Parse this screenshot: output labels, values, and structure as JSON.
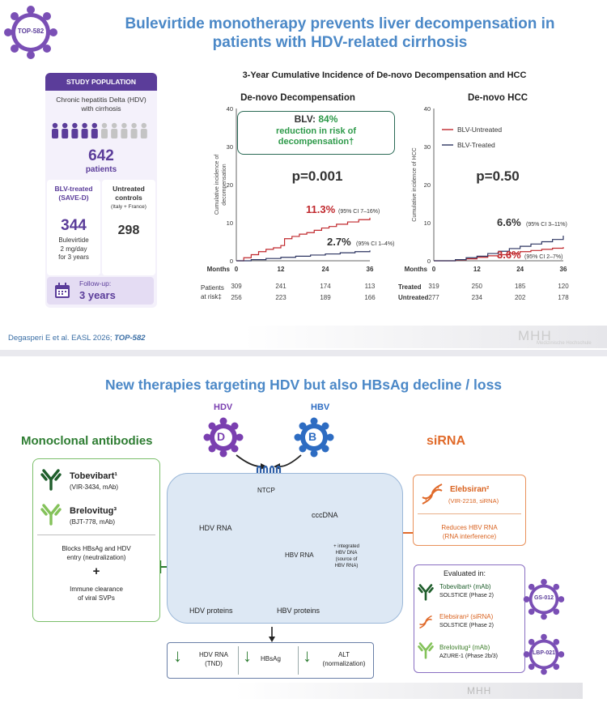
{
  "slide1": {
    "badge": "TOP-582",
    "title_line1": "Bulevirtide monotherapy prevents liver decompensation in",
    "title_line2": "patients with HDV-related cirrhosis",
    "study": {
      "header": "STUDY POPULATION",
      "subtitle_line1": "Chronic hepatitis Delta (HDV)",
      "subtitle_line2": "with cirrhosis",
      "total": "642",
      "total_label": "patients",
      "treated_label_line1": "BLV-treated",
      "treated_label_line2": "(SAVE-D)",
      "treated_n": "344",
      "treated_desc_line1": "Bulevirtide",
      "treated_desc_line2": "2 mg/day",
      "treated_desc_line3": "for 3 years",
      "untreated_label_line1": "Untreated",
      "untreated_label_line2": "controls",
      "untreated_origin": "(Italy + France)",
      "untreated_n": "298",
      "followup_label": "Follow-up:",
      "followup_value": "3 years"
    },
    "chart_title": "3-Year Cumulative Incidence of De-novo Decompensation and HCC",
    "citation_prefix": "Degasperi E et al. EASL 2026; ",
    "citation_code": "TOP-582",
    "logo": "MHH",
    "logo_sub": "Medizinische Hochschule"
  },
  "chart_data": [
    {
      "type": "line",
      "title": "De-novo Decompensation",
      "ylabel_line1": "Cumulative incidence of",
      "ylabel_line2": "decompensation",
      "xlabel": "Months",
      "xticks": [
        0,
        12,
        24,
        36
      ],
      "yticks": [
        0,
        10,
        20,
        30,
        40
      ],
      "ylim": [
        0,
        40
      ],
      "xlim": [
        0,
        36
      ],
      "callout_prefix": "BLV: ",
      "callout_pct": "84%",
      "callout_line2": "reduction in risk of",
      "callout_line3": "decompensation†",
      "pvalue": "p=0.001",
      "series": [
        {
          "color": "#c0282d",
          "end_label": "11.3%",
          "end_ci": "(95% CI 7–16%)",
          "x": [
            0,
            2,
            4,
            6,
            8,
            10,
            12,
            13,
            15,
            17,
            19,
            21,
            23,
            25,
            27,
            30,
            33,
            36
          ],
          "y": [
            0,
            0.8,
            1.6,
            2.4,
            3.0,
            3.4,
            4.0,
            5.8,
            6.4,
            7.0,
            7.4,
            8.0,
            8.6,
            9.0,
            9.6,
            10.2,
            10.8,
            11.3
          ]
        },
        {
          "color": "#2d3561",
          "end_label": "2.7%",
          "end_ci": "(95% CI 1–4%)",
          "x": [
            0,
            4,
            8,
            12,
            16,
            20,
            24,
            28,
            32,
            36
          ],
          "y": [
            0,
            0.3,
            0.6,
            0.9,
            1.2,
            1.5,
            1.8,
            2.1,
            2.4,
            2.7
          ]
        }
      ],
      "risk_label_line1": "Patients",
      "risk_label_line2": "at risk‡",
      "risk_rows": [
        [
          "309",
          "241",
          "174",
          "113"
        ],
        [
          "256",
          "223",
          "189",
          "166"
        ]
      ]
    },
    {
      "type": "line",
      "title": "De-novo HCC",
      "ylabel_line1": "Cumulative incidence of HCC",
      "xlabel": "Months",
      "xticks": [
        0,
        12,
        24,
        36
      ],
      "yticks": [
        0,
        10,
        20,
        30,
        40
      ],
      "ylim": [
        0,
        40
      ],
      "xlim": [
        0,
        36
      ],
      "pvalue": "p=0.50",
      "legend": [
        "BLV-Untreated",
        "BLV-Treated"
      ],
      "series": [
        {
          "name": "BLV-Untreated",
          "color": "#c0282d",
          "end_label": "3.6%",
          "end_ci": "(95% CI 2–7%)",
          "x": [
            0,
            6,
            9,
            12,
            15,
            18,
            21,
            24,
            27,
            30,
            33,
            36
          ],
          "y": [
            0,
            0.2,
            0.5,
            0.9,
            1.3,
            1.6,
            2.0,
            2.4,
            2.7,
            3.0,
            3.3,
            3.6
          ]
        },
        {
          "name": "BLV-Treated",
          "color": "#2d3561",
          "end_label": "6.6%",
          "end_ci": "(95% CI 3–11%)",
          "x": [
            0,
            6,
            9,
            12,
            15,
            18,
            21,
            24,
            27,
            30,
            33,
            36
          ],
          "y": [
            0,
            0.3,
            0.8,
            1.2,
            1.9,
            2.5,
            3.2,
            3.8,
            4.4,
            5.0,
            5.6,
            6.6
          ]
        }
      ],
      "risk_labels": [
        "Treated",
        "Untreated"
      ],
      "risk_rows": [
        [
          "319",
          "250",
          "185",
          "120"
        ],
        [
          "277",
          "234",
          "202",
          "178"
        ]
      ]
    }
  ],
  "slide2": {
    "title": "New therapies targeting HDV but also HBsAg decline / loss",
    "hdv_label": "HDV",
    "hbv_label": "HBV",
    "hdv_letter": "D",
    "hbv_letter": "B",
    "ntcp": "NTCP",
    "hdv_rna": "HDV RNA",
    "cccdna": "cccDNA",
    "hbv_rna": "HBV RNA",
    "integrated_line1": "+ integrated",
    "integrated_line2": "HBV DNA",
    "integrated_line3": "(source of",
    "integrated_line4": "HBV RNA)",
    "hdv_proteins": "HDV proteins",
    "hbv_proteins": "HBV proteins",
    "mab_heading": "Monoclonal antibodies",
    "sirna_heading": "siRNA",
    "tobevibart_name": "Tobevibart¹",
    "tobevibart_desc": "(VIR-3434, mAb)",
    "brelovitug_name": "Brelovitug³",
    "brelovitug_desc": "(BJT-778, mAb)",
    "mab_mech_line1": "Blocks HBsAg and HDV",
    "mab_mech_line2": "entry (neutralization)",
    "plus": "+",
    "mab_mech2_line1": "Immune clearance",
    "mab_mech2_line2": "of viral SVPs",
    "elebsiran_name": "Elebsiran²",
    "elebsiran_desc": "(VIR-2218, siRNA)",
    "sirna_mech_line1": "Reduces HBV RNA",
    "sirna_mech_line2": "(RNA interference)",
    "eval_title": "Evaluated in:",
    "eval_items": [
      {
        "name": "Tobevibart¹ (mAb)",
        "trial": "SOLSTICE (Phase 2)"
      },
      {
        "name": "Elebsiran² (siRNA)",
        "trial": "SOLSTICE (Phase 2)"
      },
      {
        "name": "Brelovitug³ (mAb)",
        "trial": "AZURE-1 (Phase 2b/3)"
      }
    ],
    "badge_gs": "GS-012",
    "badge_lbp": "LBP-021",
    "outcome1_line1": "HDV RNA",
    "outcome1_line2": "(TND)",
    "outcome2": "HBsAg",
    "outcome3_line1": "ALT",
    "outcome3_line2": "(normalization)",
    "logo": "MHH"
  },
  "colors": {
    "title_blue": "#4b88c7",
    "purple": "#5b3d9a",
    "green": "#2e7d32",
    "orange": "#e06a2a",
    "red": "#c0282d",
    "navy": "#2d3561"
  }
}
